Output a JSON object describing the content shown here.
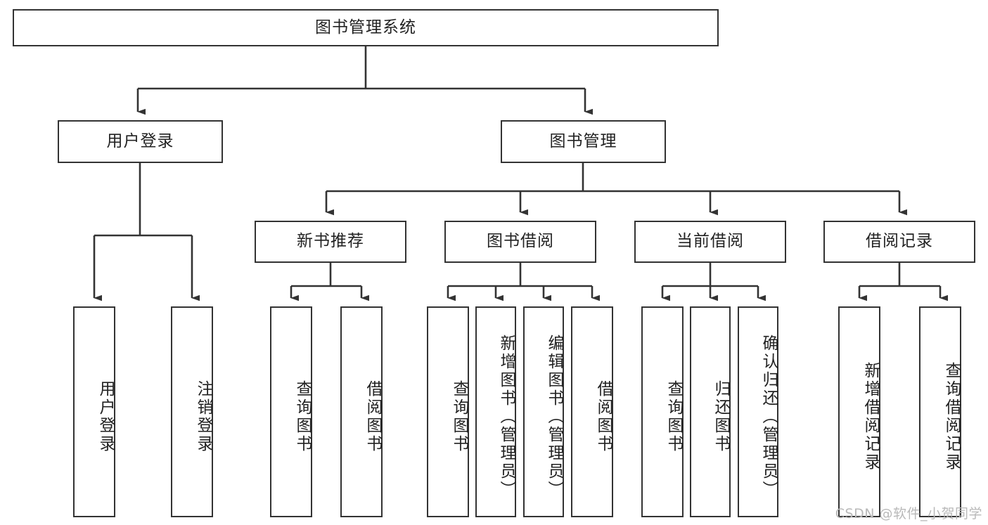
{
  "diagram": {
    "title": "图书管理系统",
    "type": "tree-hierarchy-diagram",
    "colors": {
      "border": "#333333",
      "background": "#ffffff",
      "text": "#222222",
      "watermark": "#b9b9b9"
    },
    "root": {
      "label": "图书管理系统"
    },
    "level2": [
      {
        "label": "用户登录"
      },
      {
        "label": "图书管理"
      }
    ],
    "level3": [
      {
        "label": "新书推荐"
      },
      {
        "label": "图书借阅"
      },
      {
        "label": "当前借阅"
      },
      {
        "label": "借阅记录"
      }
    ],
    "leaves": {
      "user_login": [
        {
          "label": "用户登录"
        },
        {
          "label": "注销登录"
        }
      ],
      "new_book_recommend": [
        {
          "label": "查询图书"
        },
        {
          "label": "借阅图书"
        }
      ],
      "book_borrow": [
        {
          "label": "查询图书"
        },
        {
          "label": "新增图书（管理员）"
        },
        {
          "label": "编辑图书（管理员）"
        },
        {
          "label": "借阅图书"
        }
      ],
      "current_borrow": [
        {
          "label": "查询图书"
        },
        {
          "label": "归还图书"
        },
        {
          "label": "确认归还（管理员）"
        }
      ],
      "borrow_records": [
        {
          "label": "新增借阅记录"
        },
        {
          "label": "查询借阅记录"
        }
      ]
    },
    "watermark": "CSDN @软件_小贺同学"
  }
}
